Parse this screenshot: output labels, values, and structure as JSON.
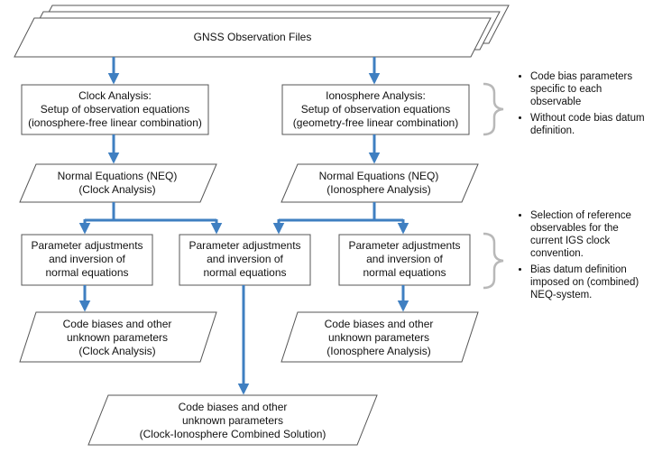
{
  "title": "GNSS Observation Files",
  "clock": {
    "setup": [
      "Clock Analysis:",
      "Setup of observation equations",
      "(ionosphere-free linear combination)"
    ],
    "neq": [
      "Normal Equations (NEQ)",
      "(Clock Analysis)"
    ],
    "adjust": [
      "Parameter adjustments",
      "and inversion of",
      "normal equations"
    ],
    "result": [
      "Code biases and other",
      "unknown parameters",
      "(Clock Analysis)"
    ]
  },
  "ionosphere": {
    "setup": [
      "Ionosphere Analysis:",
      "Setup of observation equations",
      "(geometry-free linear combination)"
    ],
    "neq": [
      "Normal Equations (NEQ)",
      "(Ionosphere Analysis)"
    ],
    "adjust": [
      "Parameter adjustments",
      "and inversion of",
      "normal equations"
    ],
    "result": [
      "Code biases and other",
      "unknown parameters",
      "(Ionosphere Analysis)"
    ]
  },
  "combined": {
    "adjust": [
      "Parameter adjustments",
      "and inversion of",
      "normal equations"
    ],
    "result": [
      "Code biases and other",
      "unknown parameters",
      "(Clock-Ionosphere Combined Solution)"
    ]
  },
  "notes_top": [
    "Code bias parameters specific to each observable",
    "Without code bias datum definition."
  ],
  "notes_bottom": [
    "Selection of reference observables for the current IGS clock convention.",
    "Bias datum definition imposed on (combined) NEQ-system."
  ],
  "colors": {
    "arrow": "#3f7fc1",
    "border": "#555555",
    "bracket": "#b8b8b8"
  }
}
